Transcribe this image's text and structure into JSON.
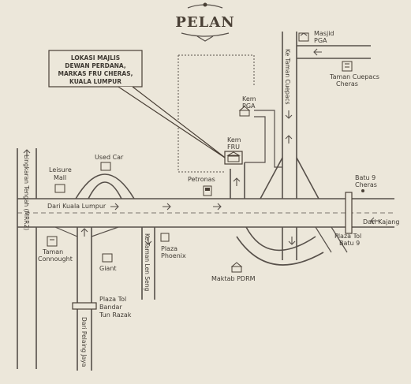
{
  "title": "PELAN",
  "callout": {
    "lines": [
      "LOKASI MAJLIS",
      "DEWAN PERDANA,",
      "MARKAS FRU CHERAS,",
      "KUALA LUMPUR"
    ]
  },
  "labels": {
    "masjid": [
      "Masjid",
      "PGA"
    ],
    "taman_cuepacs": [
      "Taman Cuepacs",
      "Cheras"
    ],
    "ke_taman_cuepacs": "Ke Taman Cuepacs",
    "kem_pga": [
      "Kem",
      "PGA"
    ],
    "kem_fru": [
      "Kem",
      "FRU"
    ],
    "used_car": "Used Car",
    "leisure_mall": [
      "Leisure",
      "Mall"
    ],
    "petronas": "Petronas",
    "batu9_cheras": [
      "Batu 9",
      "Cheras"
    ],
    "dari_kl": "Dari Kuala Lumpur",
    "lingkaran": "Lingkaran Tengah (MRR2)",
    "dari_kajang": "Dari Kajang",
    "plaza_tol_batu9": [
      "Plaza Tol",
      "Batu 9"
    ],
    "taman_connought": [
      "Taman",
      "Connought"
    ],
    "giant": "Giant",
    "ke_taman_len_seng": "Ke Taman Len Seng",
    "plaza_phoenix": [
      "Plaza",
      "Phoenix"
    ],
    "maktab_pdrm": "Maktab PDRM",
    "plaza_tol_bandar": [
      "Plaza Tol",
      "Bandar",
      "Tun Razak"
    ],
    "dari_pelaing_jaya": "Dari Pelaing Jaya"
  },
  "icons": {
    "mosque": "mosque-icon",
    "building": "building-icon",
    "government": "government-building-icon",
    "fuel": "fuel-station-icon",
    "location": "location-dot-icon"
  },
  "colors": {
    "background": "#ece7da",
    "ink": "#4a4036",
    "road": "#57504a"
  }
}
